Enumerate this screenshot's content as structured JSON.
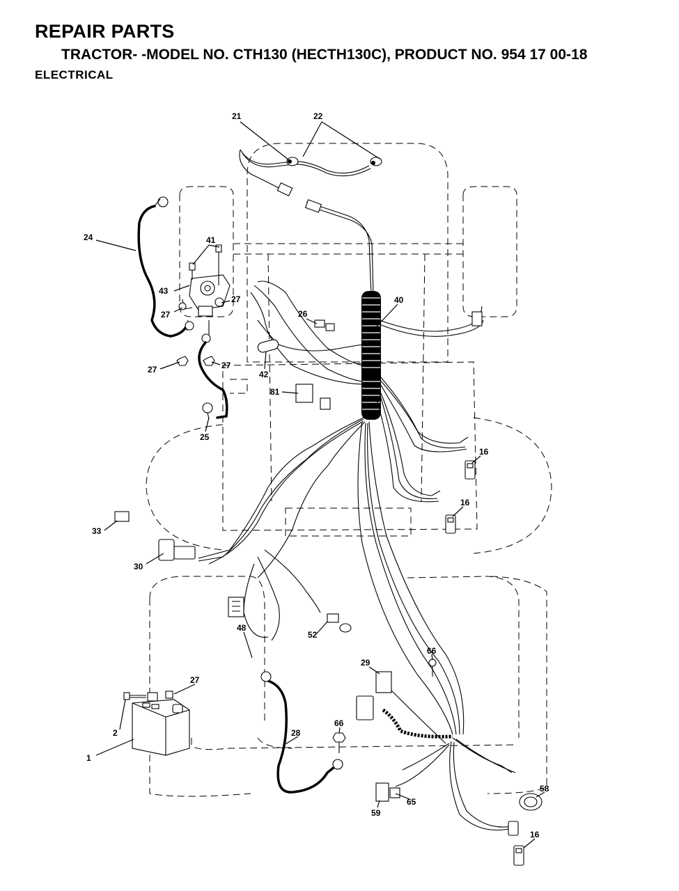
{
  "header": {
    "title": "REPAIR PARTS",
    "subtitle": "TRACTOR- -MODEL NO. CTH130 (HECTH130C), PRODUCT NO. 954 17 00-18",
    "section": "ELECTRICAL"
  },
  "callouts": {
    "c21": "21",
    "c22": "22",
    "c24": "24",
    "c41": "41",
    "c43": "43",
    "c27a": "27",
    "c27b": "27",
    "c27c": "27",
    "c27d": "27",
    "c27e": "27",
    "c26": "26",
    "c40": "40",
    "c42": "42",
    "c81": "81",
    "c25": "25",
    "c16a": "16",
    "c16b": "16",
    "c16c": "16",
    "c33": "33",
    "c30": "30",
    "c48": "48",
    "c52": "52",
    "c66a": "66",
    "c66b": "66",
    "c29": "29",
    "c2": "2",
    "c1": "1",
    "c28": "28",
    "c58": "58",
    "c59": "59",
    "c65": "65"
  }
}
